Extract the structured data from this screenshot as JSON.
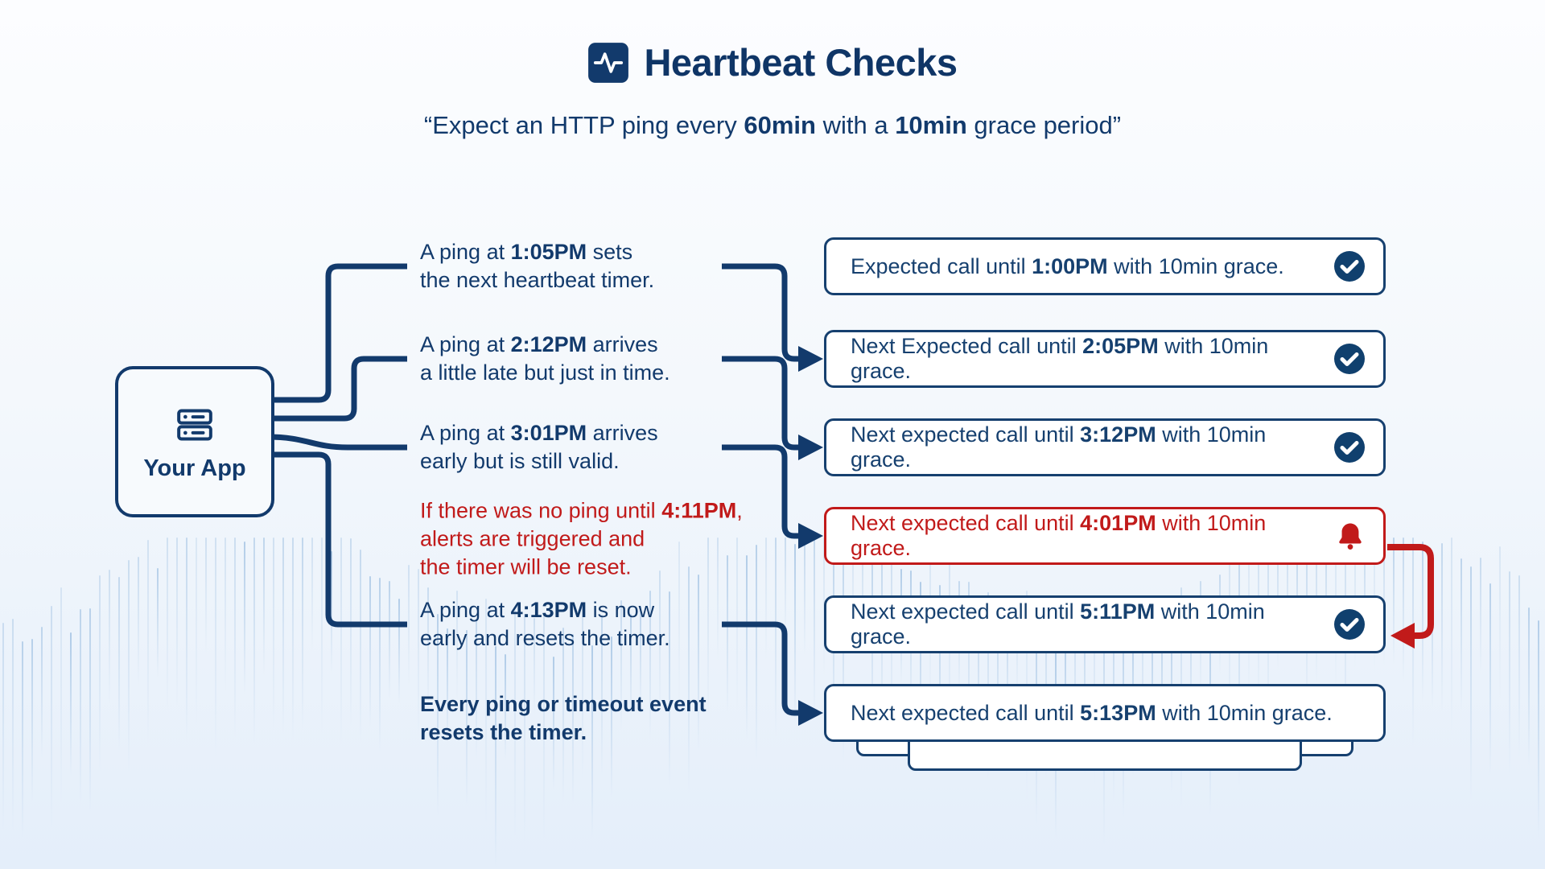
{
  "title": {
    "text": "Heartbeat Checks",
    "icon": "heartbeat-pulse-icon"
  },
  "subtitle": {
    "open_quote": "“Expect an HTTP ping every ",
    "bold1": "60min",
    "middle": " with a ",
    "bold2": "10min",
    "close": " grace period”"
  },
  "app": {
    "label": "Your App",
    "icon": "server-icon"
  },
  "events": [
    {
      "pre": "A ping at ",
      "time": "1:05PM",
      "post": " sets",
      "line2": "the next heartbeat timer."
    },
    {
      "pre": "A ping at ",
      "time": "2:12PM",
      "post": " arrives",
      "line2": "a little late but just in time."
    },
    {
      "pre": "A ping at ",
      "time": "3:01PM",
      "post": " arrives",
      "line2": "early but is still valid."
    },
    {
      "pre": "If there was no ping until ",
      "time": "4:11PM",
      "post": ",",
      "line2": "alerts are triggered and",
      "line3": "the timer will be reset."
    },
    {
      "pre": "A ping at ",
      "time": "4:13PM",
      "post": " is now",
      "line2": "early and resets the timer."
    }
  ],
  "caption": {
    "line1": "Every ping or timeout event",
    "line2": "resets the timer."
  },
  "boxes": [
    {
      "pre": "Expected call until ",
      "time": "1:00PM",
      "post": " with 10min grace.",
      "icon": "check"
    },
    {
      "pre": "Next Expected call until ",
      "time": "2:05PM",
      "post": " with 10min grace.",
      "icon": "check"
    },
    {
      "pre": "Next expected call until ",
      "time": "3:12PM",
      "post": " with 10min grace.",
      "icon": "check"
    },
    {
      "pre": "Next expected call until ",
      "time": "4:01PM",
      "post": " with 10min grace.",
      "icon": "bell",
      "state": "alert"
    },
    {
      "pre": "Next expected call until ",
      "time": "5:11PM",
      "post": " with 10min grace.",
      "icon": "check"
    },
    {
      "pre": "Next expected call until ",
      "time": "5:13PM",
      "post": " with 10min grace.",
      "icon": "none",
      "stacked": true
    }
  ],
  "colors": {
    "navy": "#123a6c",
    "navy_dark": "#0f3566",
    "red": "#c11a1a",
    "card_bg": "#ffffff",
    "bg_top": "#fcfdff",
    "bg_bottom": "#e4eefa",
    "wave_line": "#6ea0d2"
  }
}
